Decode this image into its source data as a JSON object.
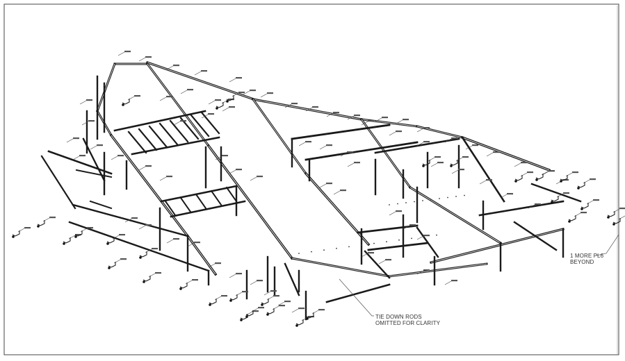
{
  "notes": {
    "tie_down_line1": "TIE DOWN RODS",
    "tie_down_line2": "OMITTED FOR CLARITY",
    "more_pl_line1": "1 MORE PL6",
    "more_pl_line2": "BEYOND"
  }
}
